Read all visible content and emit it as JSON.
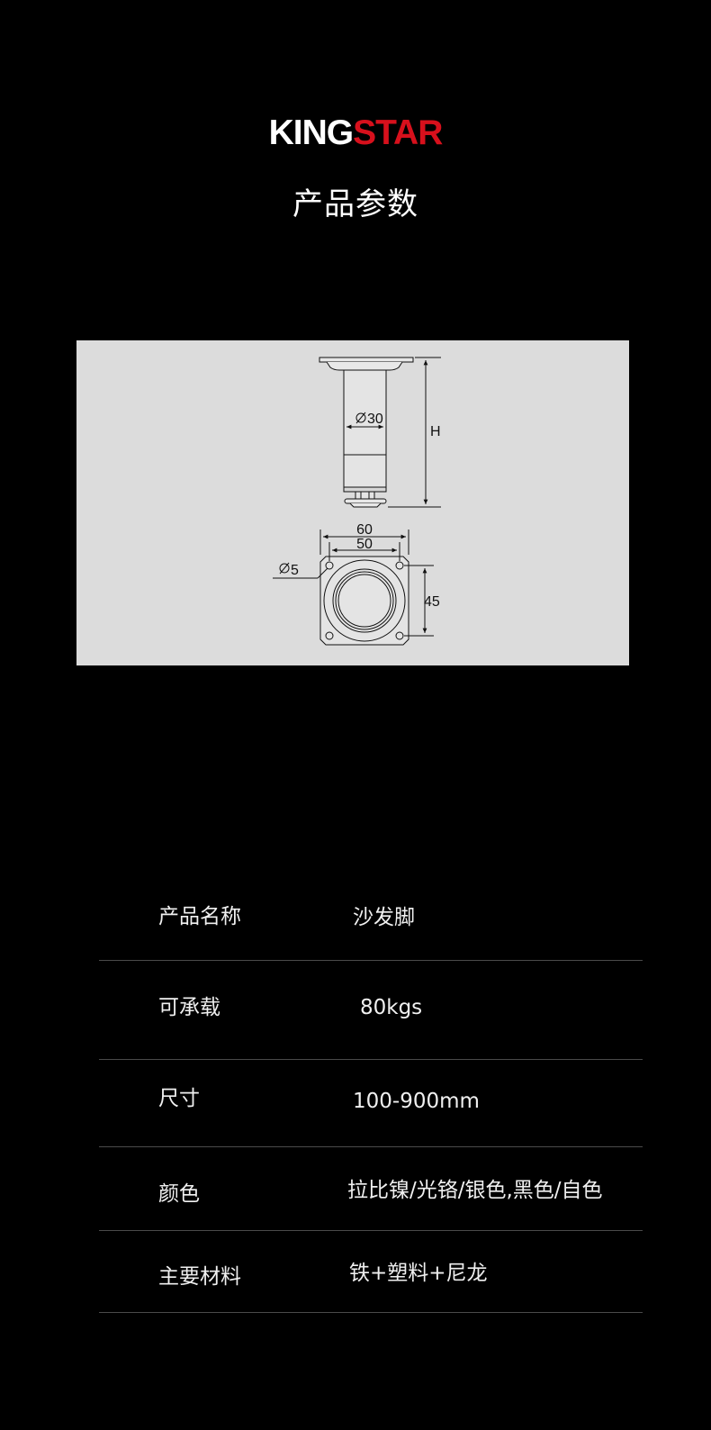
{
  "brand": {
    "part1": "KING",
    "part2": "STAR",
    "colors": {
      "white": "#ffffff",
      "red": "#d7101c"
    }
  },
  "page_title": "产品参数",
  "diagram": {
    "labels": {
      "tube_diameter": "30",
      "height": "H",
      "plate_width": "60",
      "hole_spacing": "50",
      "hole_diameter": "5",
      "plate_depth": "45"
    },
    "background": "#dcdcdc"
  },
  "specs": [
    {
      "label": "产品名称",
      "value": "沙发脚"
    },
    {
      "label": "可承载",
      "value": "80kgs"
    },
    {
      "label": "尺寸",
      "value": "100-900mm"
    },
    {
      "label": "颜色",
      "value": "拉比镍/光铬/银色,黑色/自色"
    },
    {
      "label": "主要材料",
      "value": "铁+塑料+尼龙"
    }
  ]
}
